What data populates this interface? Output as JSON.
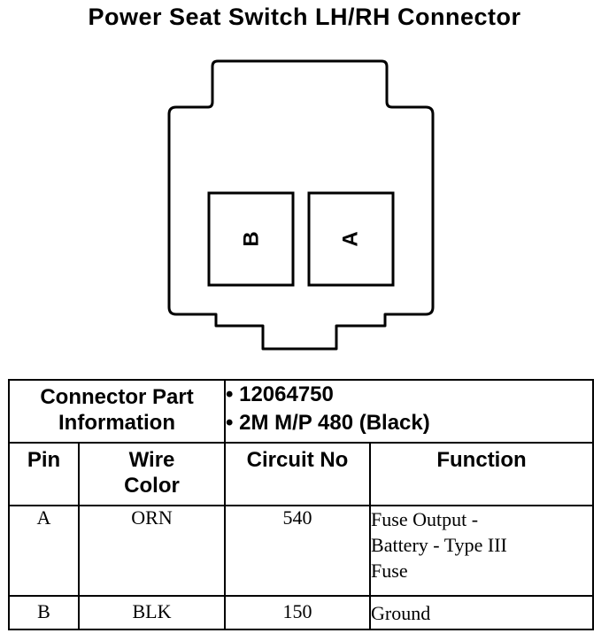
{
  "title": "Power Seat Switch LH/RH Connector",
  "connector": {
    "cavities": [
      {
        "pin": "B"
      },
      {
        "pin": "A"
      }
    ]
  },
  "table": {
    "part_info_label_line1": "Connector Part",
    "part_info_label_line2": "Information",
    "part_numbers": [
      "12064750",
      "2M M/P 480 (Black)"
    ],
    "headers": {
      "pin": "Pin",
      "wire_color_line1": "Wire",
      "wire_color_line2": "Color",
      "circuit": "Circuit No",
      "function": "Function"
    },
    "rows": [
      {
        "pin": "A",
        "wire_color": "ORN",
        "circuit": "540",
        "function_lines": [
          "Fuse Output -",
          "Battery - Type III",
          "Fuse"
        ]
      },
      {
        "pin": "B",
        "wire_color": "BLK",
        "circuit": "150",
        "function_lines": [
          "Ground"
        ]
      }
    ]
  }
}
